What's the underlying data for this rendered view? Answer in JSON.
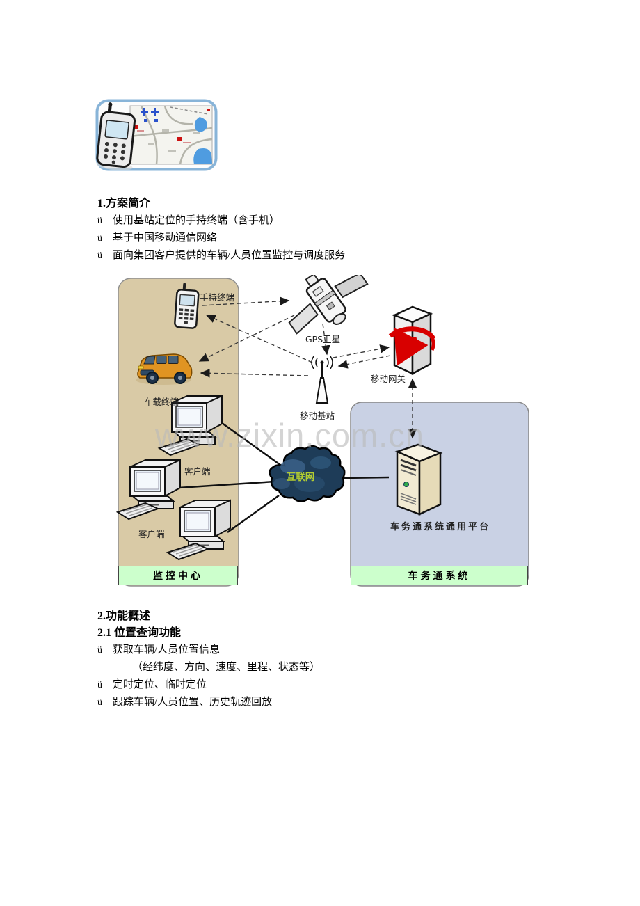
{
  "doc": {
    "section1": {
      "heading": "1.方案简介",
      "bullets": [
        {
          "marker": "ü",
          "text": "使用基站定位的手持终端（含手机）"
        },
        {
          "marker": "ü",
          "text": "基于中国移动通信网络"
        },
        {
          "marker": "ü",
          "text": "面向集团客户提供的车辆/人员位置监控与调度服务"
        }
      ]
    },
    "section2": {
      "heading": "2.功能概述",
      "subheading": "2.1 位置查询功能",
      "bullets": [
        {
          "marker": "ü",
          "text": "获取车辆/人员位置信息"
        },
        {
          "marker": "",
          "text": "（经纬度、方向、速度、里程、状态等）"
        },
        {
          "marker": "ü",
          "text": "定时定位、临时定位"
        },
        {
          "marker": "ü",
          "text": "跟踪车辆/人员位置、历史轨迹回放"
        }
      ]
    }
  },
  "diagram": {
    "watermark": "www.zixin.com.cn",
    "labels": {
      "handheld": "手持终端",
      "gps_satellite": "GPS卫星",
      "vehicle_terminal": "车载终端",
      "base_station": "移动基站",
      "mobile_gateway": "移动网关",
      "client_upper": "客户端",
      "client_lower": "客户端",
      "internet": "互联网",
      "platform": "车务通系统通用平台",
      "monitor_center": "监控中心",
      "system": "车务通系统"
    },
    "colors": {
      "left_panel": "#d9caa6",
      "right_panel": "#c9d1e4",
      "label_bar": "#ccffcc",
      "cloud": "#1e3c58",
      "internet_text": "#b2cc32",
      "van_body": "#e09422",
      "red_arrow": "#d80000",
      "watermark": "#b9b9b9",
      "hero_border": "#88b4d8"
    }
  }
}
